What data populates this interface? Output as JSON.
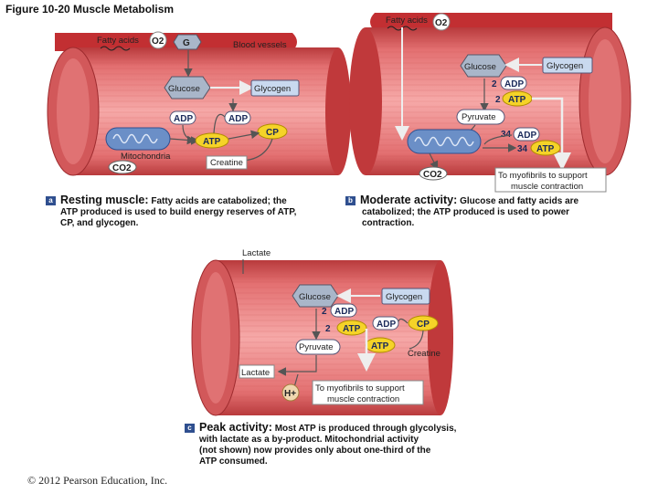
{
  "figure_title": "Figure 10-20  Muscle Metabolism",
  "copyright": "© 2012 Pearson Education, Inc.",
  "colors": {
    "muscle": "#d9595a",
    "membrane": "#f2b3b3",
    "molecule_box": "#c9d9ef",
    "atp": "#f5d328",
    "mito": "#6b8fc7"
  },
  "panel_a": {
    "tag": "a",
    "heading": "Resting muscle:",
    "text_line1": "Fatty acids are catabolized; the",
    "text_line2": "ATP produced is used to build energy reserves of ATP,",
    "text_line3": "CP, and glycogen.",
    "fatty_acids": "Fatty acids",
    "o2": "O2",
    "g_icon": "G",
    "blood_vessels": "Blood vessels",
    "glucose": "Glucose",
    "glycogen": "Glycogen",
    "adp_left": "ADP",
    "adp_right": "ADP",
    "atp": "ATP",
    "cp": "CP",
    "creatine": "Creatine",
    "mitochondria": "Mitochondria",
    "co2": "CO2"
  },
  "panel_b": {
    "tag": "b",
    "heading": "Moderate activity:",
    "text_line1": "Glucose and fatty acids are",
    "text_line2": "catabolized; the ATP produced is used to power",
    "text_line3": "contraction.",
    "fatty_acids": "Fatty acids",
    "o2": "O2",
    "glucose": "Glucose",
    "glycogen": "Glycogen",
    "two_adp_num": "2",
    "adp1": "ADP",
    "two_atp_num": "2",
    "atp1": "ATP",
    "pyruvate": "Pyruvate",
    "thirtyfour_adp_num": "34",
    "adp2": "ADP",
    "thirtyfour_atp_num": "34",
    "atp2": "ATP",
    "co2": "CO2",
    "myofibrils_line1": "To myofibrils to support",
    "myofibrils_line2": "muscle contraction"
  },
  "panel_c": {
    "tag": "c",
    "heading": "Peak activity:",
    "text_line1": "Most ATP is produced through glycolysis,",
    "text_line2": "with lactate as a by-product. Mitochondrial activity",
    "text_line3": "(not shown) now provides only about one-third of the",
    "text_line4": "ATP consumed.",
    "lactate_top": "Lactate",
    "glucose": "Glucose",
    "glycogen": "Glycogen",
    "two_adp_num": "2",
    "adp1": "ADP",
    "two_atp_num": "2",
    "atp1": "ATP",
    "adp2": "ADP",
    "cp": "CP",
    "pyruvate": "Pyruvate",
    "atp2": "ATP",
    "creatine": "Creatine",
    "lactate_bottom": "Lactate",
    "h_plus": "H+",
    "myofibrils_line1": "To myofibrils to support",
    "myofibrils_line2": "muscle contraction"
  }
}
